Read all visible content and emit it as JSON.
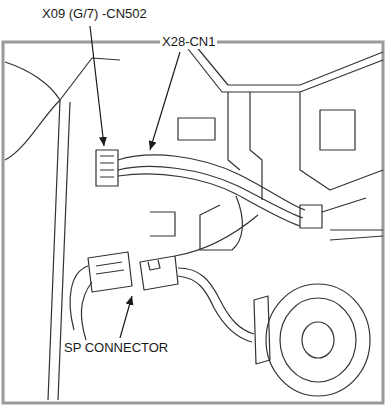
{
  "diagram": {
    "labels": [
      "X09 (G/7) -CN502",
      "X28-CN1",
      "SP CONNECTOR"
    ]
  }
}
